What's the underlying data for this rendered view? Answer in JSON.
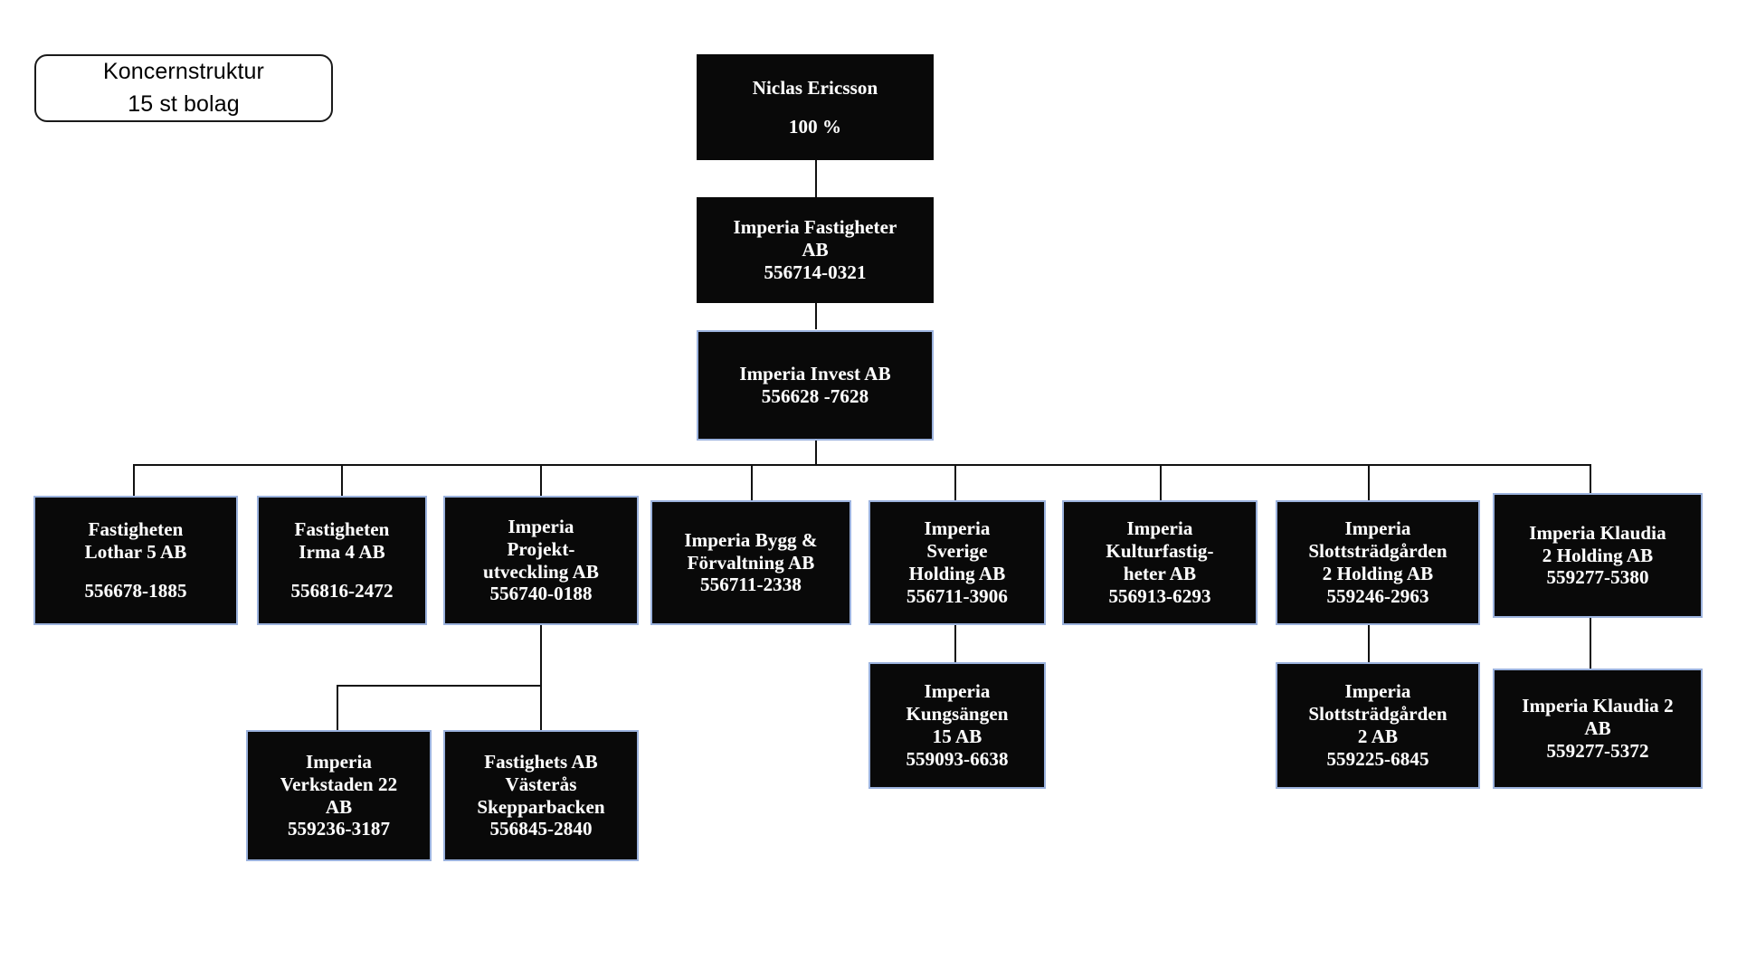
{
  "legend": {
    "line1": "Koncernstruktur",
    "line2": "15 st bolag"
  },
  "nodes": {
    "owner": {
      "name": "Niclas Ericsson",
      "share": "100 %"
    },
    "fastigheter": {
      "line1": "Imperia Fastigheter",
      "line2": "AB",
      "orgnr": "556714-0321"
    },
    "invest": {
      "line1": "Imperia Invest AB",
      "orgnr": "556628 -7628"
    },
    "lothar": {
      "line1": "Fastigheten",
      "line2": "Lothar  5 AB",
      "orgnr": "556678-1885"
    },
    "irma": {
      "line1": "Fastigheten",
      "line2": "Irma 4 AB",
      "orgnr": "556816-2472"
    },
    "projekt": {
      "line1": "Imperia",
      "line2": "Projekt-",
      "line3": "utveckling AB",
      "orgnr": "556740-0188"
    },
    "bygg": {
      "line1": "Imperia Bygg &",
      "line2": "Förvaltning AB",
      "orgnr": "556711-2338"
    },
    "sverige": {
      "line1": "Imperia",
      "line2": "Sverige",
      "line3": "Holding AB",
      "orgnr": "556711-3906"
    },
    "kultur": {
      "line1": "Imperia",
      "line2": "Kulturfastig-",
      "line3": "heter AB",
      "orgnr": "556913-6293"
    },
    "slottsholding": {
      "line1": "Imperia",
      "line2": "Slottsträdgården",
      "line3": "2 Holding AB",
      "orgnr": "559246-2963"
    },
    "klaudiaholding": {
      "line1": "Imperia Klaudia",
      "line2": "2 Holding AB",
      "orgnr": "559277-5380"
    },
    "verkstaden": {
      "line1": "Imperia",
      "line2": "Verkstaden 22",
      "line3": "AB",
      "orgnr": "559236-3187"
    },
    "vasteras": {
      "line1": "Fastighets AB",
      "line2": "Västerås",
      "line3": "Skepparbacken",
      "orgnr": "556845-2840"
    },
    "kungsangen": {
      "line1": "Imperia",
      "line2": "Kungsängen",
      "line3": "15 AB",
      "orgnr": "559093-6638"
    },
    "slottstradgarden2": {
      "line1": "Imperia",
      "line2": "Slottsträdgården",
      "line3": "2 AB",
      "orgnr": "559225-6845"
    },
    "klaudia2": {
      "line1": "Imperia Klaudia 2",
      "line2": "AB",
      "orgnr": "559277-5372"
    }
  },
  "colors": {
    "box_fill": "#090909",
    "box_border": "#9bb2dd",
    "text": "#ffffff",
    "connector": "#111111",
    "background": "#ffffff"
  }
}
